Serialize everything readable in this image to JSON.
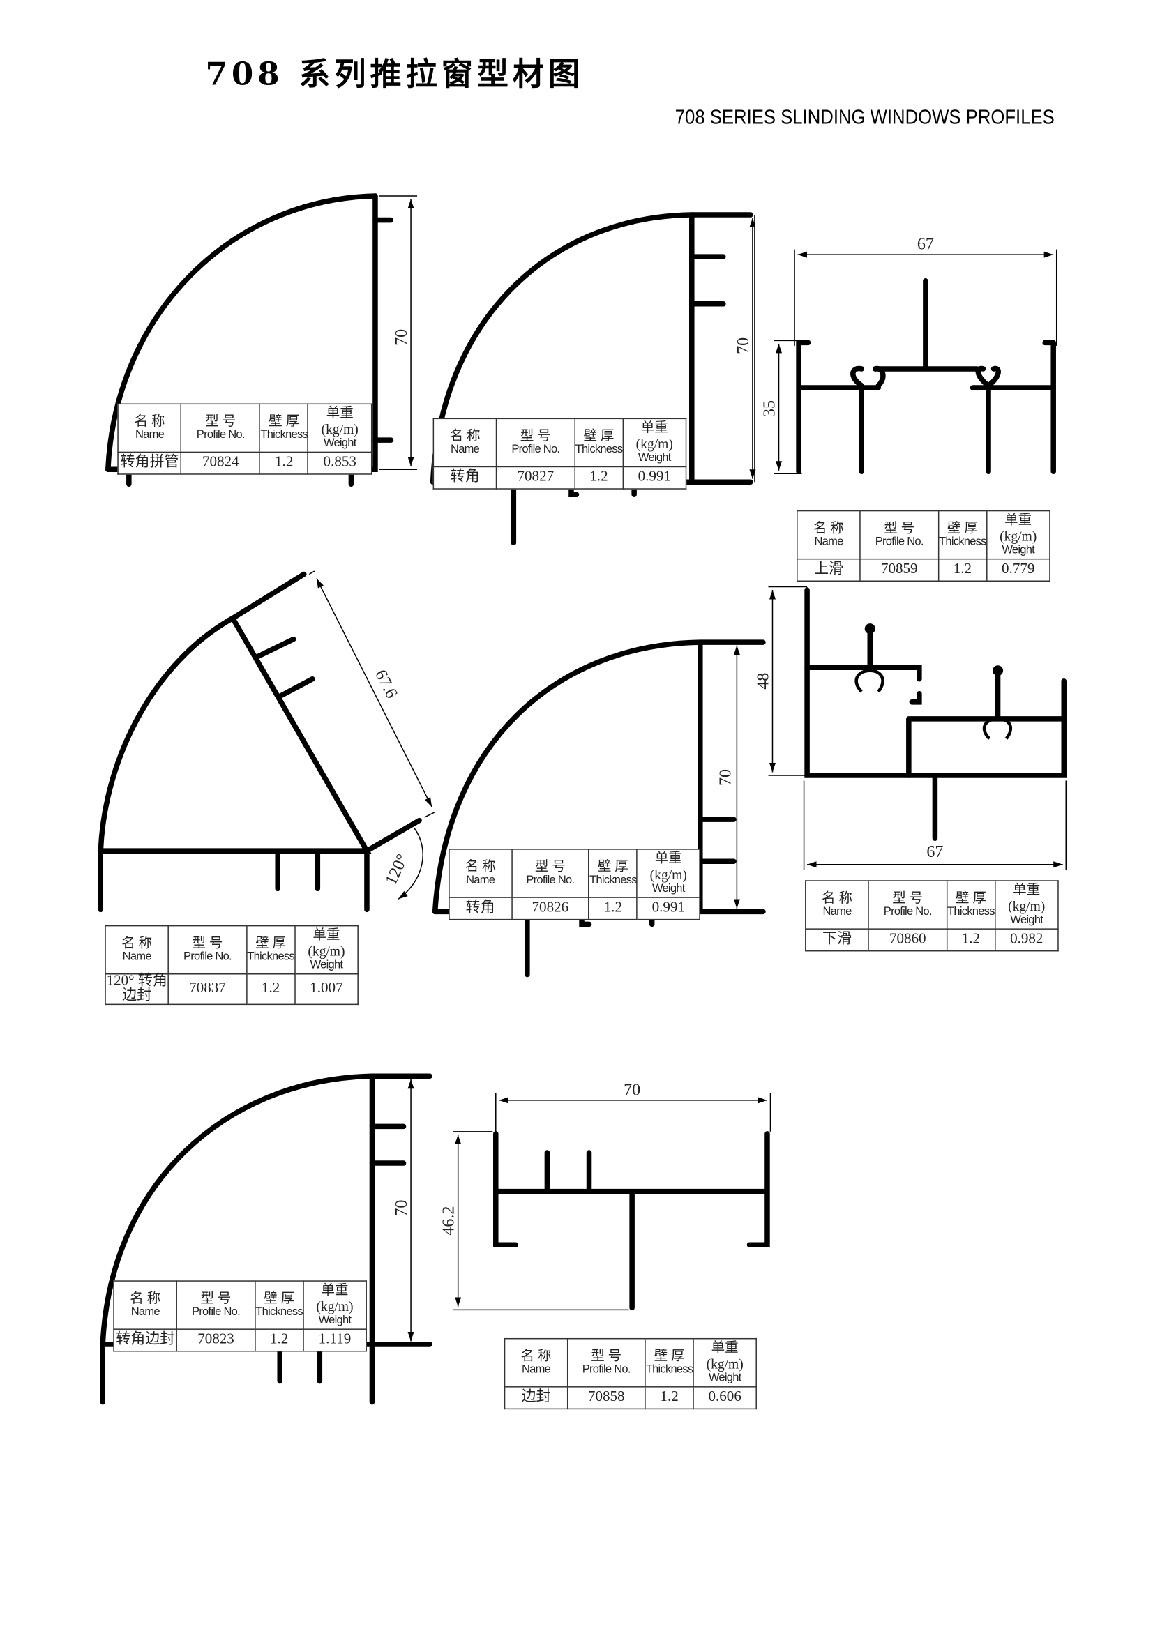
{
  "header": {
    "title": "708 系列推拉窗型材图",
    "subtitle": "708 SERIES SLINDING WINDOWS PROFILES"
  },
  "table_headers": {
    "name_cn": "名 称",
    "name_en": "Name",
    "profile_cn": "型 号",
    "profile_en": "Profile No.",
    "thickness_cn": "壁 厚",
    "thickness_en": "Thickness",
    "weight_cn": "单重(kg/m)",
    "weight_en": "Weight"
  },
  "profiles": [
    {
      "name": "转角拼管",
      "profile_no": "70824",
      "thickness": "1.2",
      "weight": "0.853",
      "dims": [
        "70"
      ]
    },
    {
      "name": "转角",
      "profile_no": "70827",
      "thickness": "1.2",
      "weight": "0.991",
      "dims": [
        "70"
      ]
    },
    {
      "name": "上滑",
      "profile_no": "70859",
      "thickness": "1.2",
      "weight": "0.779",
      "dims": [
        "67",
        "35"
      ]
    },
    {
      "name": "120° 转角边封",
      "profile_no": "70837",
      "thickness": "1.2",
      "weight": "1.007",
      "dims": [
        "67.6",
        "120°"
      ]
    },
    {
      "name": "转角",
      "profile_no": "70826",
      "thickness": "1.2",
      "weight": "0.991",
      "dims": [
        "70"
      ]
    },
    {
      "name": "下滑",
      "profile_no": "70860",
      "thickness": "1.2",
      "weight": "0.982",
      "dims": [
        "48",
        "67"
      ]
    },
    {
      "name": "转角边封",
      "profile_no": "70823",
      "thickness": "1.2",
      "weight": "1.119",
      "dims": [
        "70"
      ]
    },
    {
      "name": "边封",
      "profile_no": "70858",
      "thickness": "1.2",
      "weight": "0.606",
      "dims": [
        "70",
        "46.2"
      ]
    }
  ]
}
